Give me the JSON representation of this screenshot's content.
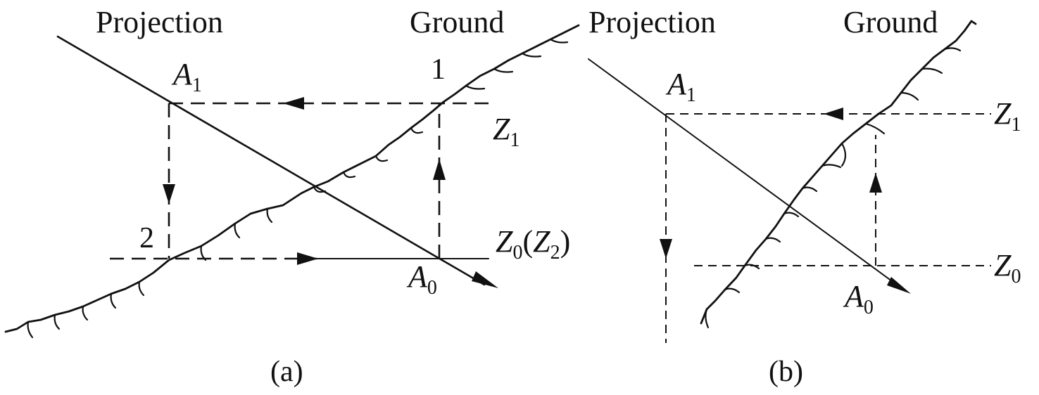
{
  "panel_a": {
    "projection_label": "Projection",
    "ground_label": "Ground",
    "point_1": "1",
    "point_2": "2",
    "a1_main": "A",
    "a1_sub": "1",
    "a0_main": "A",
    "a0_sub": "0",
    "z1_main": "Z",
    "z1_sub": "1",
    "z0_main": "Z",
    "z0_sub": "0",
    "z0_paren_open": "(",
    "z2_main": "Z",
    "z2_sub": "2",
    "z0_paren_close": ")",
    "caption": "(a)"
  },
  "panel_b": {
    "projection_label": "Projection",
    "ground_label": "Ground",
    "a1_main": "A",
    "a1_sub": "1",
    "a0_main": "A",
    "a0_sub": "0",
    "z1_main": "Z",
    "z1_sub": "1",
    "z0_main": "Z",
    "z0_sub": "0",
    "caption": "(b)"
  }
}
